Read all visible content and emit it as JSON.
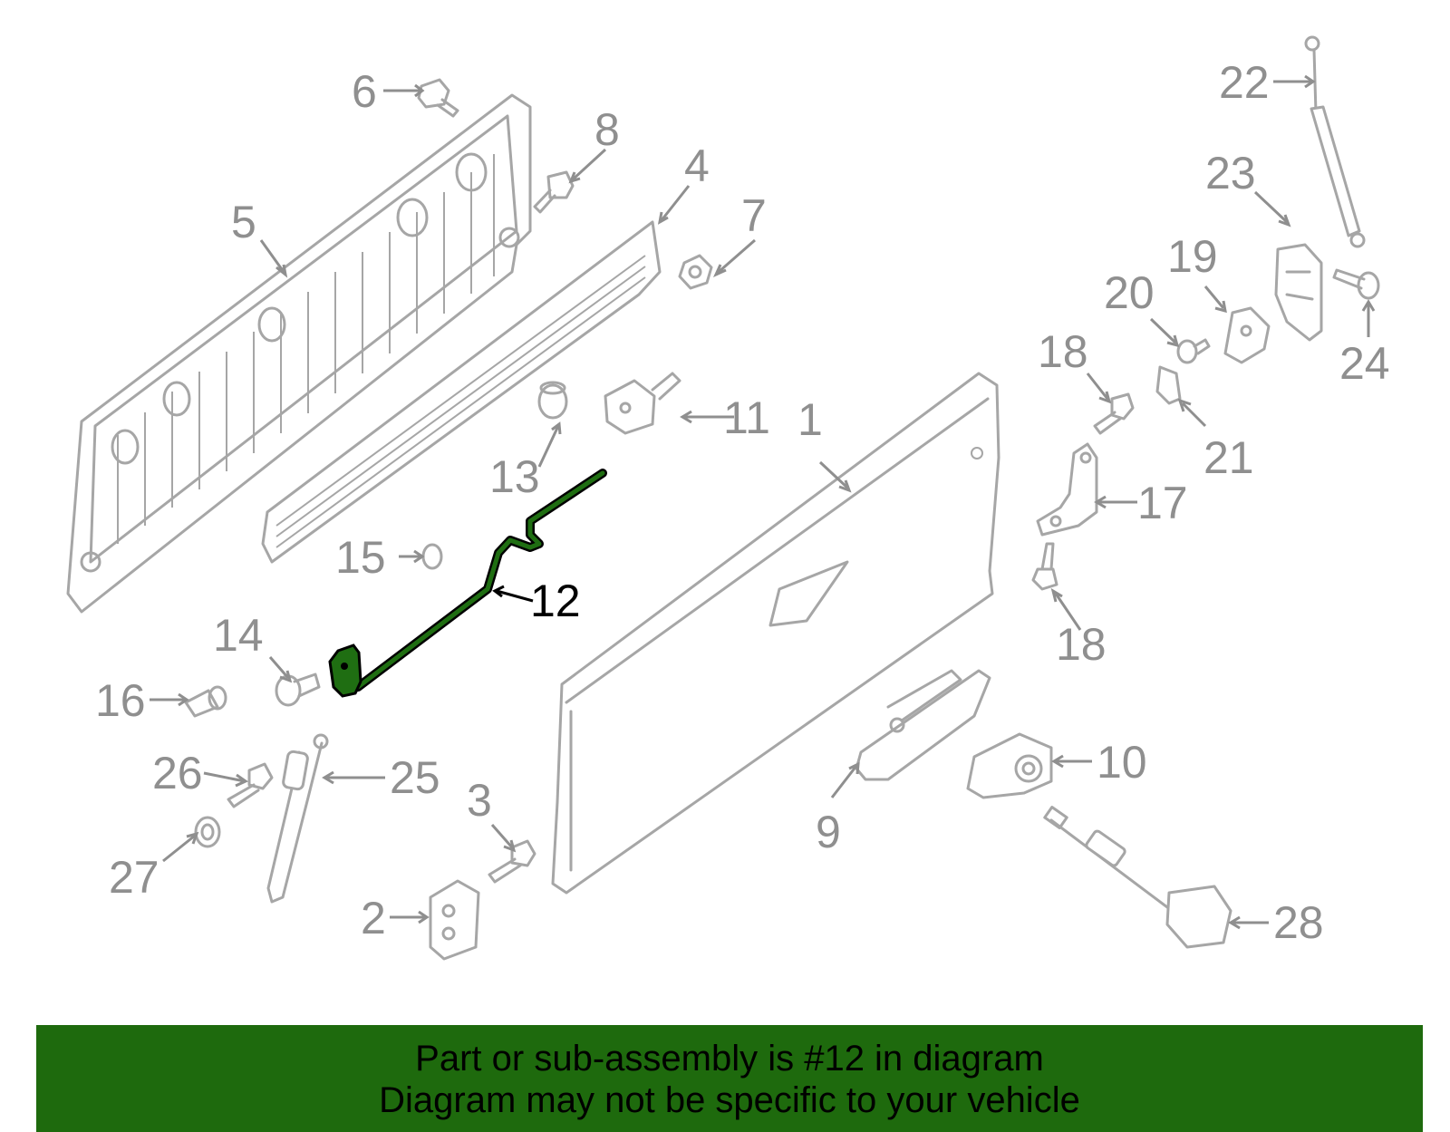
{
  "callouts": {
    "c1": "1",
    "c2": "2",
    "c3": "3",
    "c4": "4",
    "c5": "5",
    "c6": "6",
    "c7": "7",
    "c8": "8",
    "c9": "9",
    "c10": "10",
    "c11": "11",
    "c12": "12",
    "c13": "13",
    "c14": "14",
    "c15": "15",
    "c16": "16",
    "c17": "17",
    "c18a": "18",
    "c18b": "18",
    "c19": "19",
    "c20": "20",
    "c21": "21",
    "c22": "22",
    "c23": "23",
    "c24": "24",
    "c25": "25",
    "c26": "26",
    "c27": "27",
    "c28": "28"
  },
  "highlight": {
    "part_number": "12",
    "color": "#1f6e12"
  },
  "banner": {
    "line1": "Part or sub-assembly is #12 in diagram",
    "line2": "Diagram may not be specific to your vehicle",
    "background": "#1e6a0d"
  },
  "colors": {
    "part_line": "#a6a6a6",
    "callout_text": "#8f8f8f"
  }
}
